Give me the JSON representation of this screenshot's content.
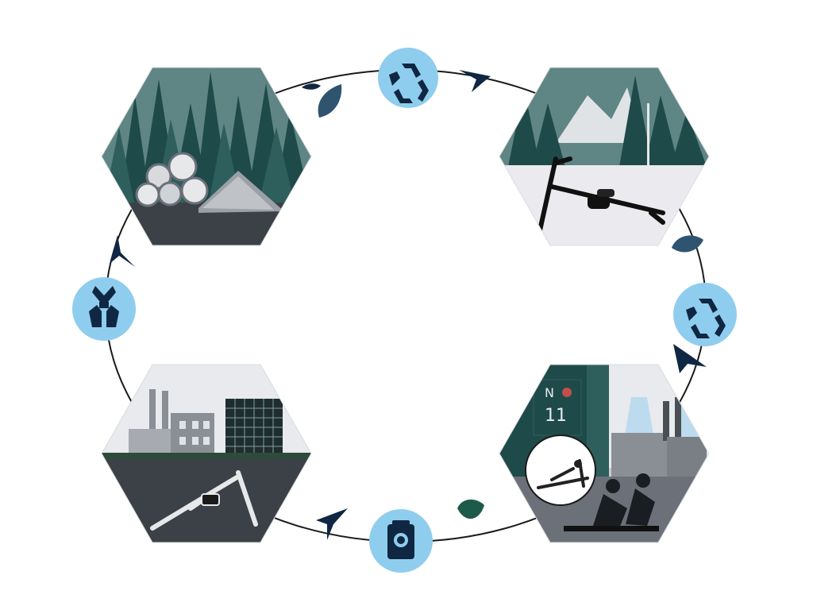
{
  "diagram": {
    "type": "cycle",
    "nodes": [
      {
        "id": "raw-materials",
        "icon": "forest-logs-hexagon"
      },
      {
        "id": "manufacturing",
        "icon": "rowing-machine-snowy-forest-hexagon"
      },
      {
        "id": "use",
        "icon": "city-rowing-users-hexagon",
        "sign_text_1": "N",
        "sign_text_2": "11"
      },
      {
        "id": "recycling-factory",
        "icon": "factory-rowing-machine-hexagon"
      }
    ],
    "connectors": [
      {
        "icon": "recycle-icon",
        "position": "top"
      },
      {
        "icon": "recycle-icon",
        "position": "right"
      },
      {
        "icon": "bin-icon",
        "position": "bottom"
      },
      {
        "icon": "hands-icon",
        "position": "left"
      }
    ],
    "colors": {
      "ring": "#1a1a1a",
      "circle_fill": "#8fcdee",
      "icon_navy": "#0f2742",
      "forest_dark": "#1f4a4a",
      "forest_mid": "#2e5f5c",
      "sky": "#5f8584",
      "snow": "#ebebef",
      "ground_dark": "#3c4148",
      "factory_grey": "#8a8f96",
      "leaf_blue": "#2e5470",
      "leaf_green": "#1e5a4a"
    }
  }
}
